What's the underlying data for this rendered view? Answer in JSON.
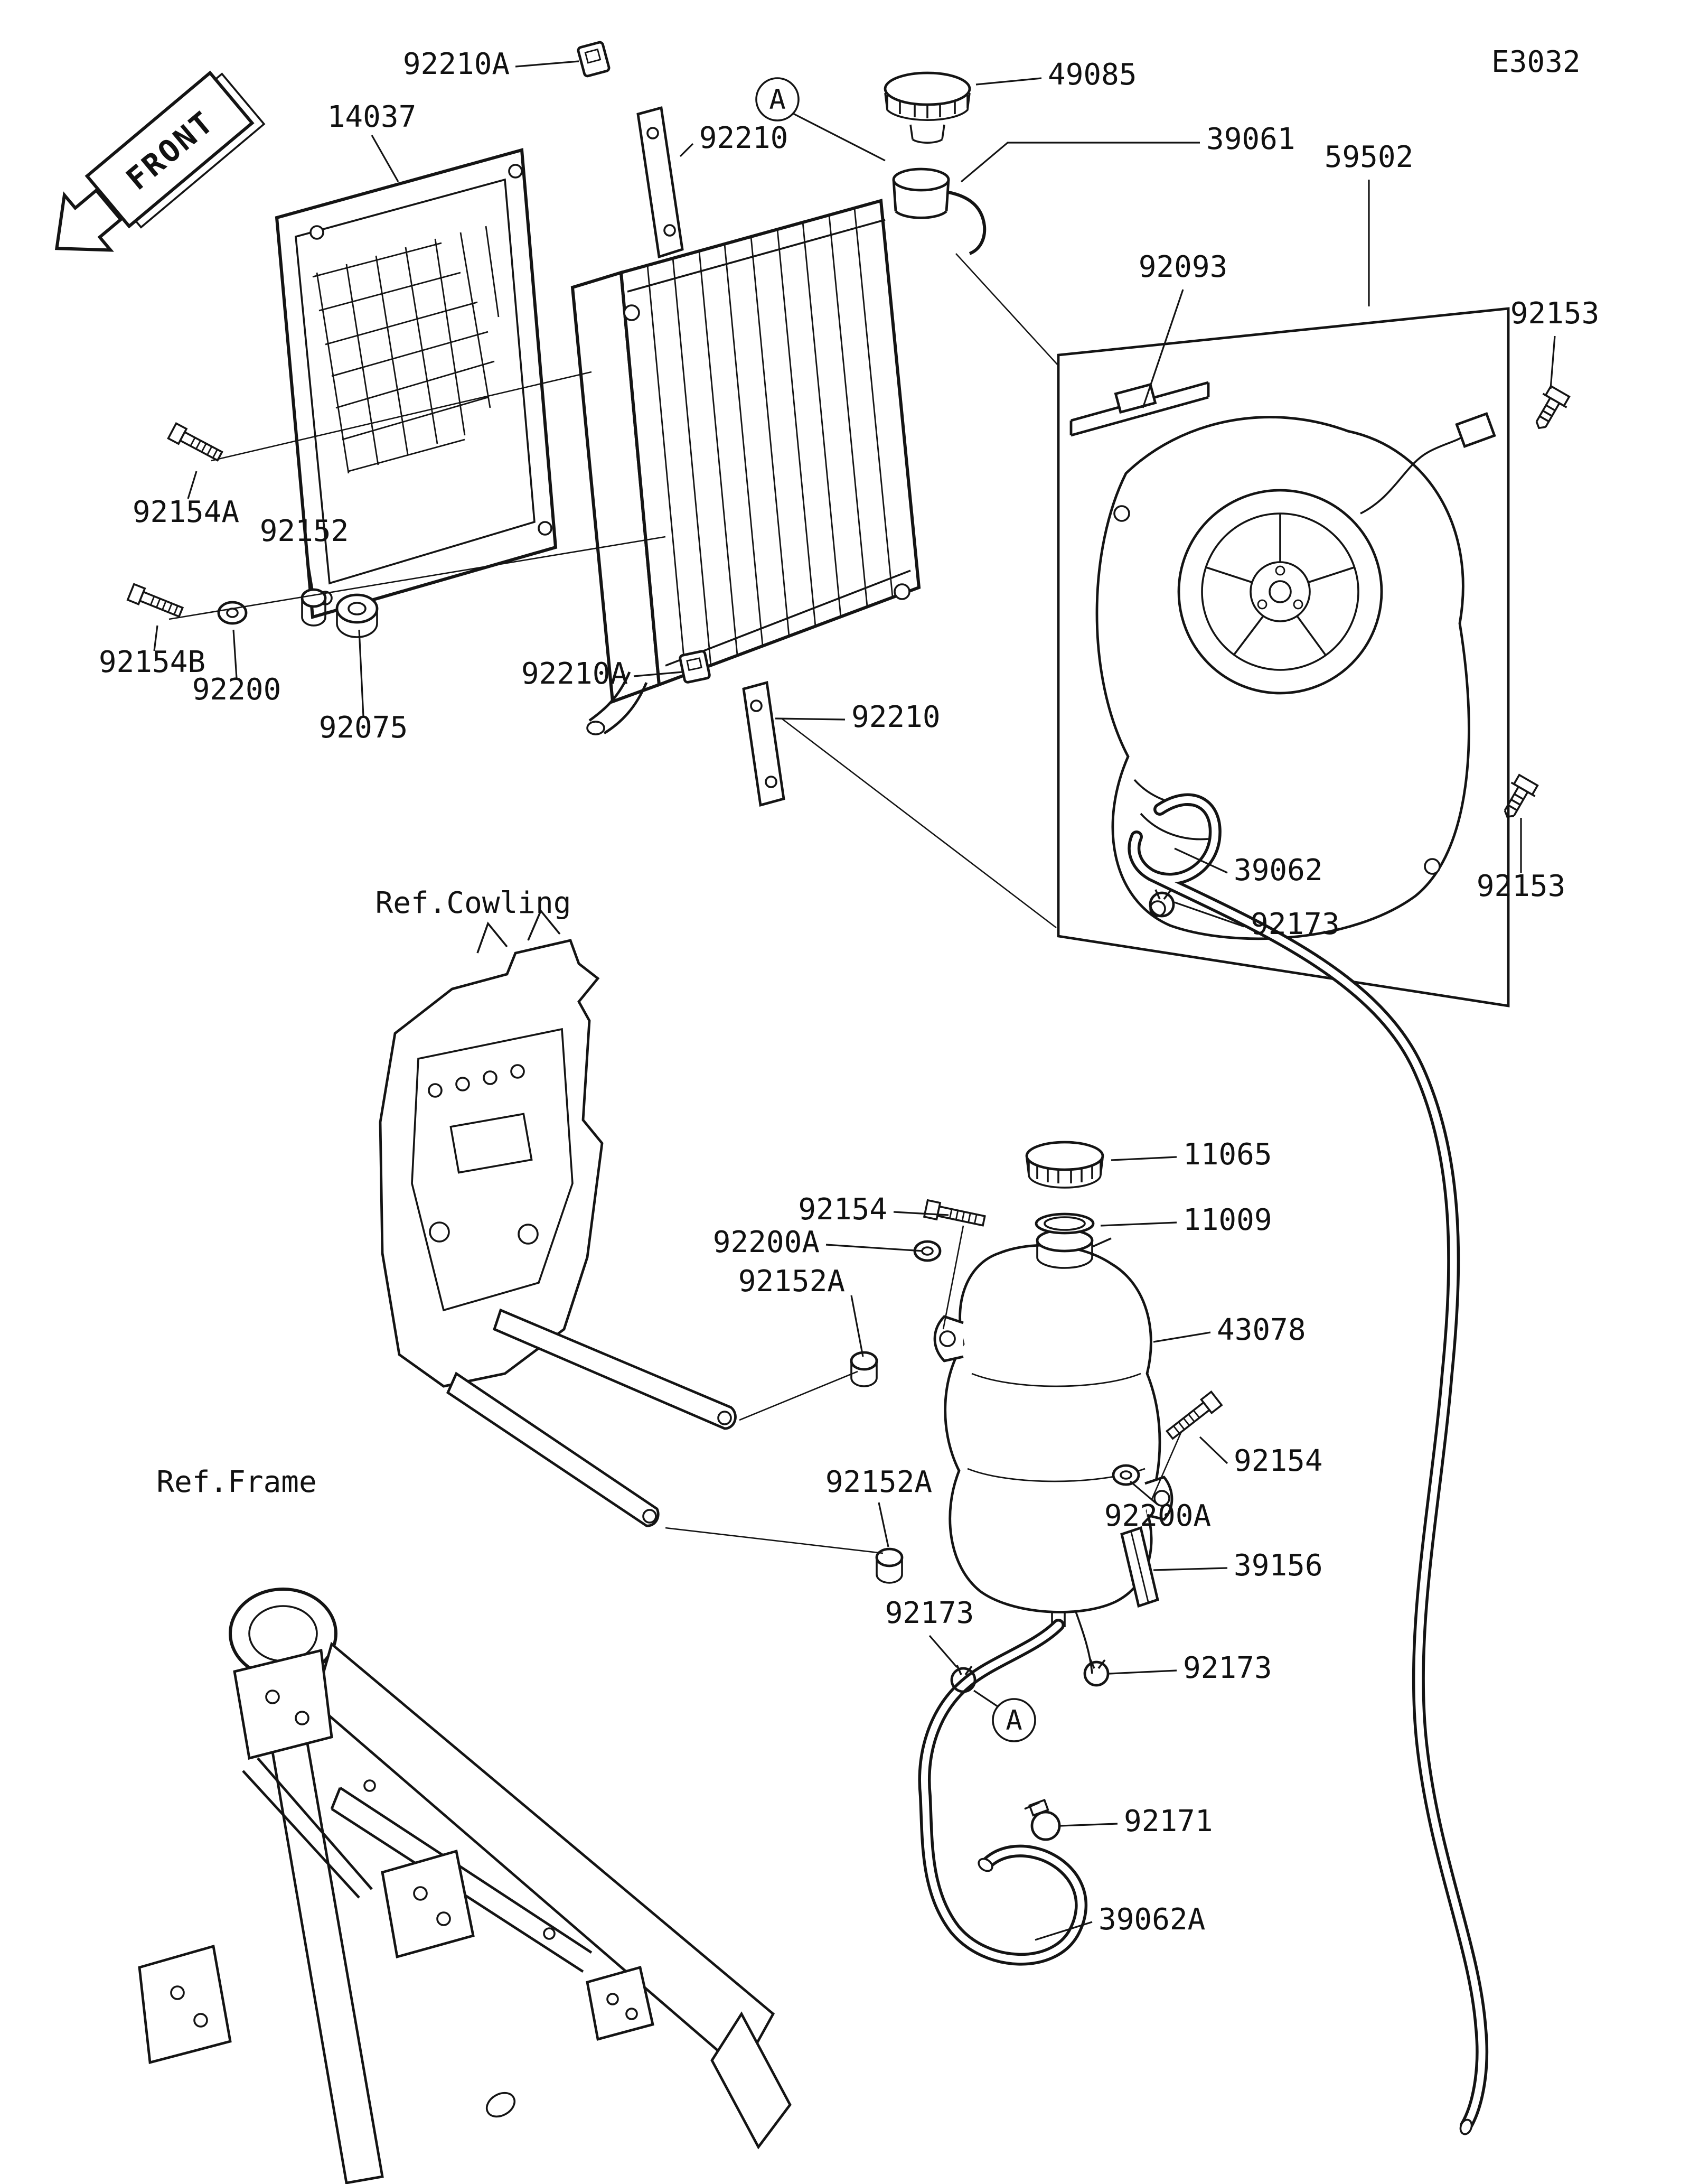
{
  "page": {
    "diagram_code": "E3032"
  },
  "markers": {
    "front": "FRONT",
    "detail_a1": "A",
    "detail_a2": "A"
  },
  "refs": {
    "cowling": "Ref.Cowling",
    "frame": "Ref.Frame"
  },
  "labels": {
    "l14037": "14037",
    "l92210a_top": "92210A",
    "l92210_top": "92210",
    "l49085": "49085",
    "l39061": "39061",
    "l59502": "59502",
    "l92093": "92093",
    "l92153_top": "92153",
    "l92154a": "92154A",
    "l92152": "92152",
    "l92154b": "92154B",
    "l92200": "92200",
    "l92075": "92075",
    "l92210a_bot": "92210A",
    "l92210_bot": "92210",
    "l39062": "39062",
    "l92153_bot": "92153",
    "l92173_1": "92173",
    "l11065": "11065",
    "l11009": "11009",
    "l92154_1": "92154",
    "l92200a_1": "92200A",
    "l92152a_1": "92152A",
    "l43078": "43078",
    "l92154_2": "92154",
    "l92200a_2": "92200A",
    "l92152a_2": "92152A",
    "l39156": "39156",
    "l92173_2": "92173",
    "l92173_3": "92173",
    "l92171": "92171",
    "l39062a": "39062A"
  }
}
